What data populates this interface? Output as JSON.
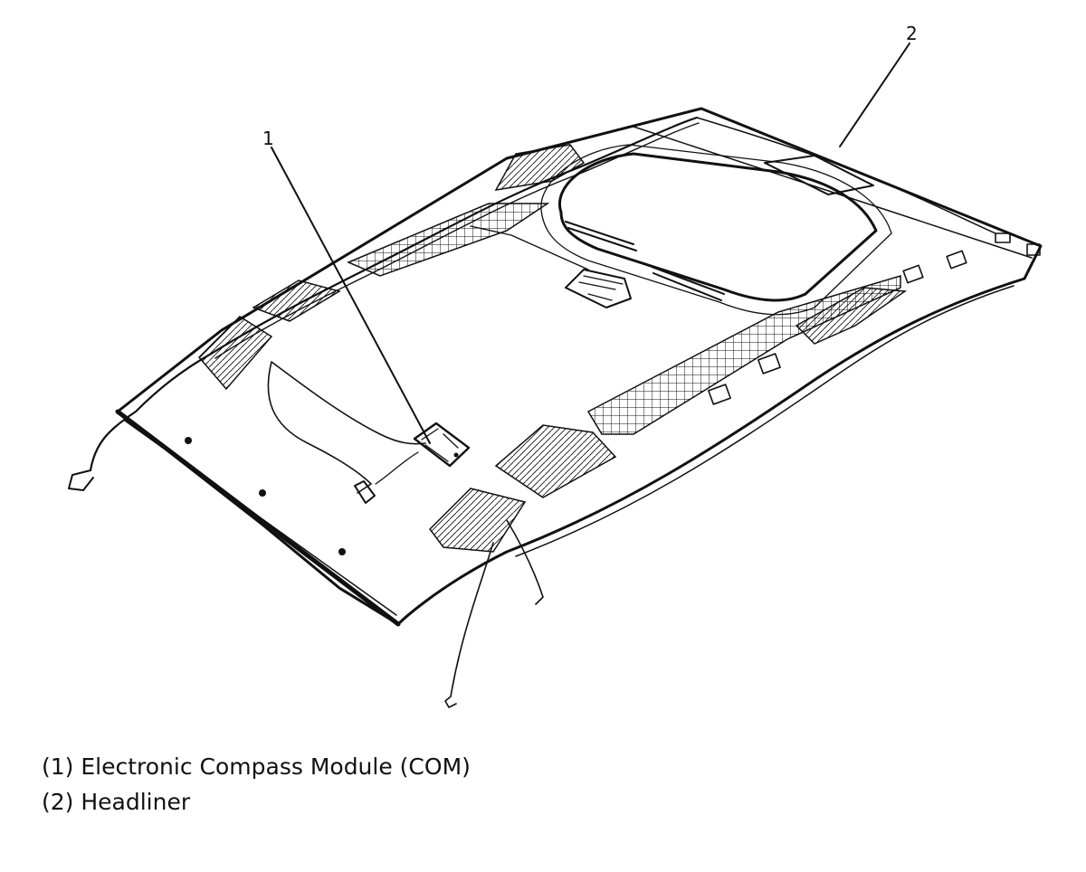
{
  "callouts": {
    "c1": "1",
    "c2": "2"
  },
  "legend": {
    "item1": "(1) Electronic Compass Module (COM)",
    "item2": "(2) Headliner"
  }
}
